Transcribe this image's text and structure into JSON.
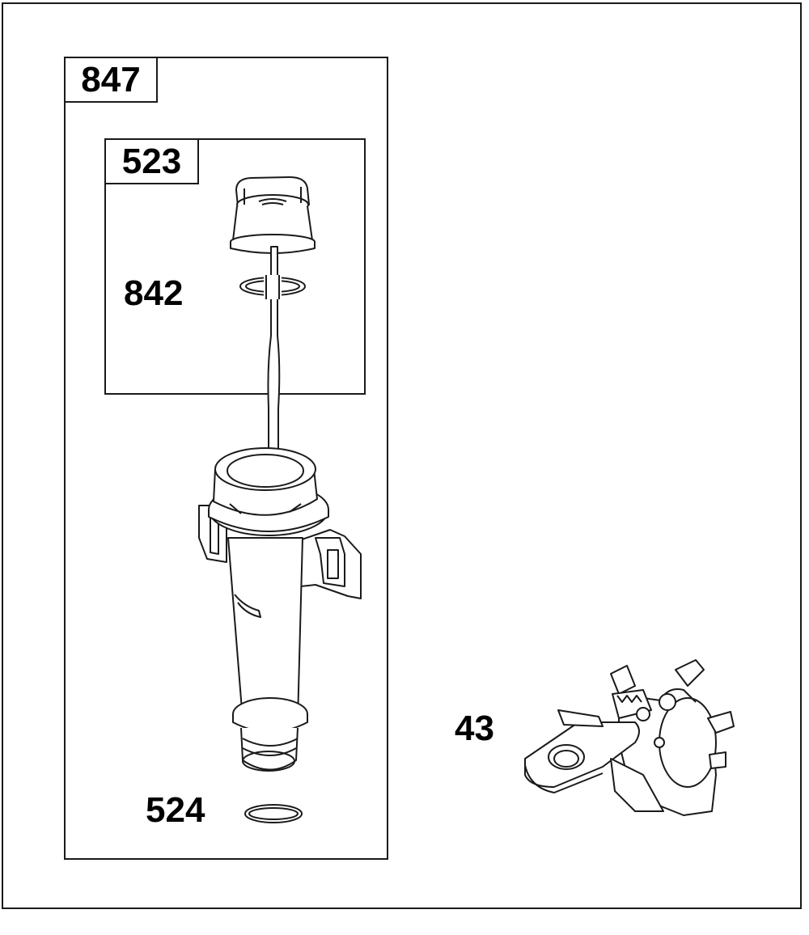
{
  "kit": {
    "number": "847",
    "sub_kit": {
      "number": "523"
    }
  },
  "callouts": {
    "o_ring_top": "842",
    "o_ring_bottom": "524",
    "bracket": "43"
  },
  "colors": {
    "line": "#1a1a1a",
    "background": "#ffffff"
  }
}
